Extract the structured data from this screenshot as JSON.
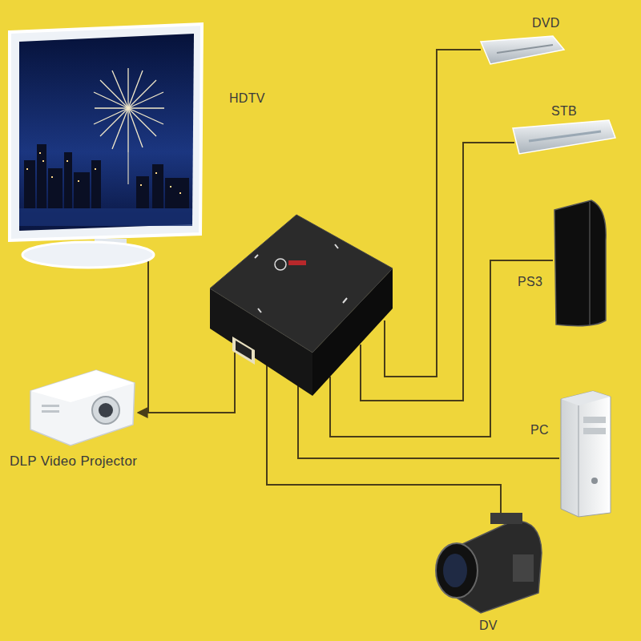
{
  "diagram": {
    "labels": [
      "DVD",
      "HDTV",
      "STB",
      "PS3",
      "PC",
      "DLP Video Projector",
      "DV"
    ]
  }
}
